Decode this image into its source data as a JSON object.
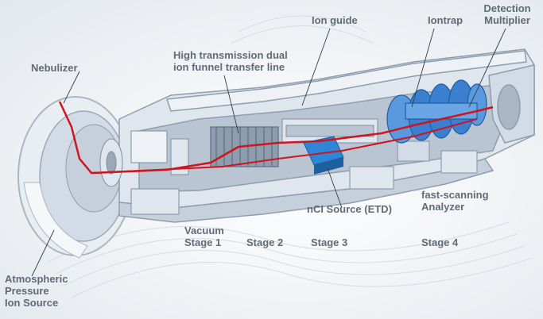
{
  "labels": {
    "ion_guide": "Ion guide",
    "iontrap": "Iontrap",
    "detection_multiplier": [
      "Detection",
      "Multiplier"
    ],
    "nebulizer": "Nebulizer",
    "transfer_line": [
      "High transmission dual",
      "ion funnel transfer line"
    ],
    "nci_source": "nCI Source (ETD)",
    "analyzer": [
      "fast-scanning",
      "Analyzer"
    ],
    "vacuum_stage1": [
      "Vacuum",
      "Stage 1"
    ],
    "stage2": "Stage 2",
    "stage3": "Stage 3",
    "stage4": "Stage 4",
    "api_source": [
      "Atmospheric",
      "Pressure",
      "Ion Source"
    ]
  },
  "colors": {
    "body": "#dfe6ee",
    "body_shade": "#b9c5d2",
    "body_dark": "#8e9dae",
    "ion_path": "#d0141d",
    "trap_blue": "#3a7fd0",
    "etd_blue": "#2f86d6",
    "label": "#5f6b78"
  }
}
